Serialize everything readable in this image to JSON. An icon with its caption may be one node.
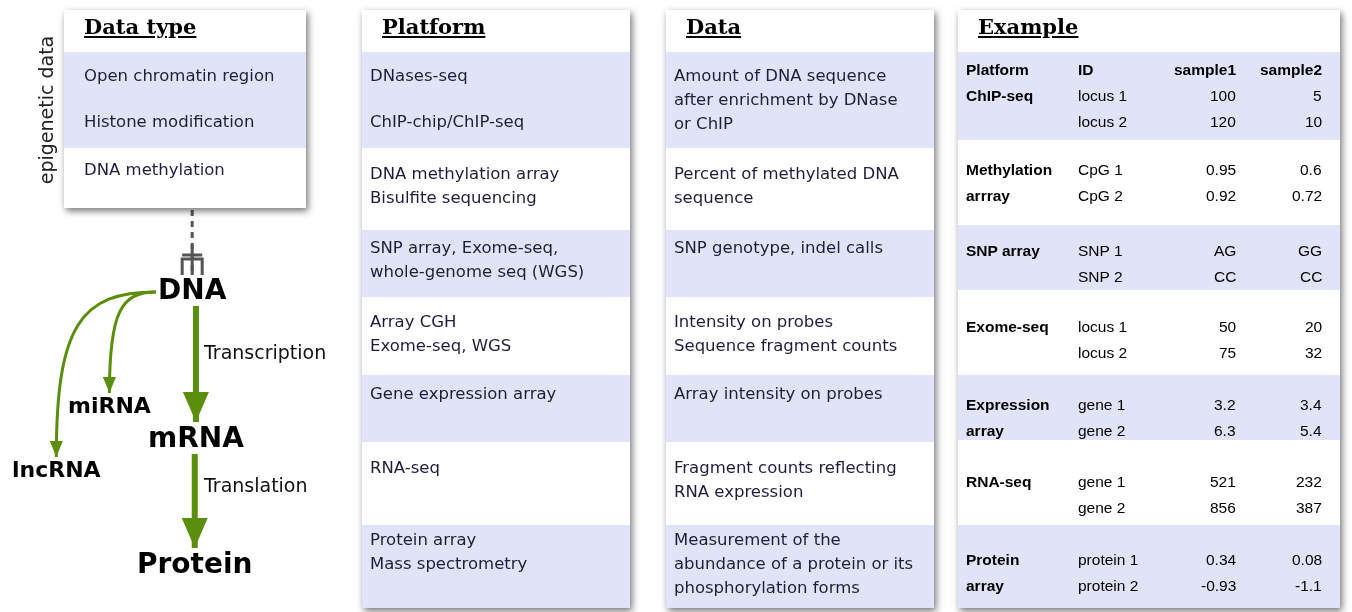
{
  "diagram": {
    "nodes": [
      {
        "text": [
          "Data type",
          "Open chromatin region",
          "Histone modification",
          "DNA methylation"
        ],
        "beside": [
          "epigenetic data"
        ]
      },
      {
        "text": [
          "Platform",
          "DNases-seq",
          "ChIP-chip/ChIP-seq",
          "DNA methylation array",
          "Bisulfite sequencing",
          "SNP array, Exome-seq, whole-genome seq (WGS)",
          "Array CGH",
          "Exome-seq, WGS",
          "Gene expression array",
          "RNA-seq",
          "Protein array",
          "Mass spectrometry"
        ]
      },
      {
        "text": [
          "Data",
          "Amount of DNA sequence after enrichment by DNase or ChIP",
          "Percent of methylated DNA sequence",
          "SNP genotype, indel calls",
          "Intensity on probes",
          "Sequence fragment counts",
          "Array intensity on probes",
          "Fragment counts reflecting RNA expression",
          "Measurement of the abundance of a protein or its phosphorylation forms"
        ]
      },
      {
        "text": [
          "Example"
        ]
      },
      {
        "text": [
          "DNA"
        ]
      },
      {
        "text": [
          "miRNA"
        ]
      },
      {
        "text": [
          "mRNA"
        ]
      },
      {
        "text": [
          "lncRNA"
        ]
      },
      {
        "text": [
          "Protein"
        ]
      }
    ],
    "edges": [
      {
        "from": 0,
        "to": 4,
        "arrow": "other",
        "style": "dashed",
        "color": "#555555"
      },
      {
        "from": 4,
        "to": 6,
        "arrow": "to",
        "label": "Transcription",
        "style": "thick"
      },
      {
        "from": 6,
        "to": 8,
        "arrow": "to",
        "label": "Translation",
        "style": "thick"
      },
      {
        "from": 4,
        "to": 5,
        "arrow": "to"
      },
      {
        "from": 4,
        "to": 7,
        "arrow": "to"
      }
    ],
    "labels": [
      "Platform",
      "ID",
      "sample1",
      "sample2",
      "ChIP-seq",
      "locus 1",
      "100",
      "5",
      "locus 2",
      "120",
      "10",
      "Methylation arrray",
      "CpG 1",
      "0.95",
      "0.6",
      "CpG 2",
      "0.92",
      "0.72",
      "SNP array",
      "SNP 1",
      "AG",
      "GG",
      "SNP 2",
      "CC",
      "CC",
      "Exome-seq",
      "locus 1",
      "50",
      "20",
      "locus 2",
      "75",
      "32",
      "Expression array",
      "gene 1",
      "3.2",
      "3.4",
      "gene 2",
      "6.3",
      "5.4",
      "RNA-seq",
      "gene 1",
      "521",
      "232",
      "gene 2",
      "856",
      "387",
      "Protein array",
      "protein 1",
      "0.34",
      "0.08",
      "protein 2",
      "-0.93",
      "-1.1"
    ]
  }
}
